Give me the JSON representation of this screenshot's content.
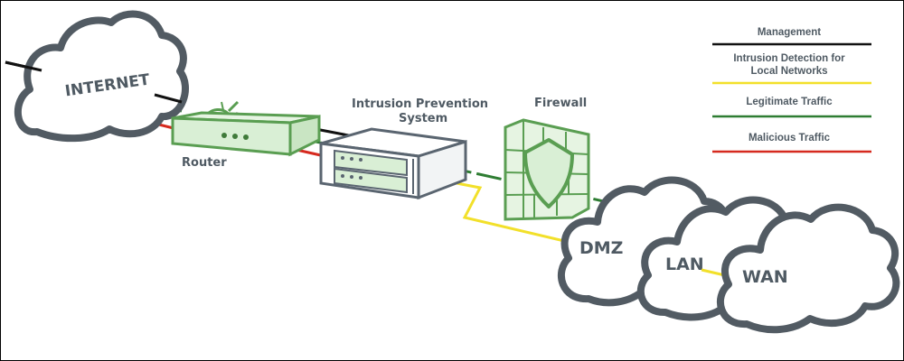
{
  "clouds": {
    "internet": "INTERNET",
    "dmz": "DMZ",
    "lan": "LAN",
    "wan": "WAN"
  },
  "devices": {
    "router": "Router",
    "ips_line1": "Intrusion Prevention",
    "ips_line2": "System",
    "firewall": "Firewall"
  },
  "legend": {
    "items": [
      {
        "label": "Management",
        "color": "#111111"
      },
      {
        "label_line1": "Intrusion Detection for",
        "label_line2": "Local Networks",
        "color": "#f2e02a"
      },
      {
        "label": "Legitimate Traffic",
        "color": "#2e7d32"
      },
      {
        "label": "Malicious Traffic",
        "color": "#d62a1f"
      }
    ]
  },
  "colors": {
    "cloud_stroke": "#525b63",
    "device_green": "#5a9e52",
    "device_fill": "#d9efd5",
    "ips_stroke": "#5a6570"
  }
}
